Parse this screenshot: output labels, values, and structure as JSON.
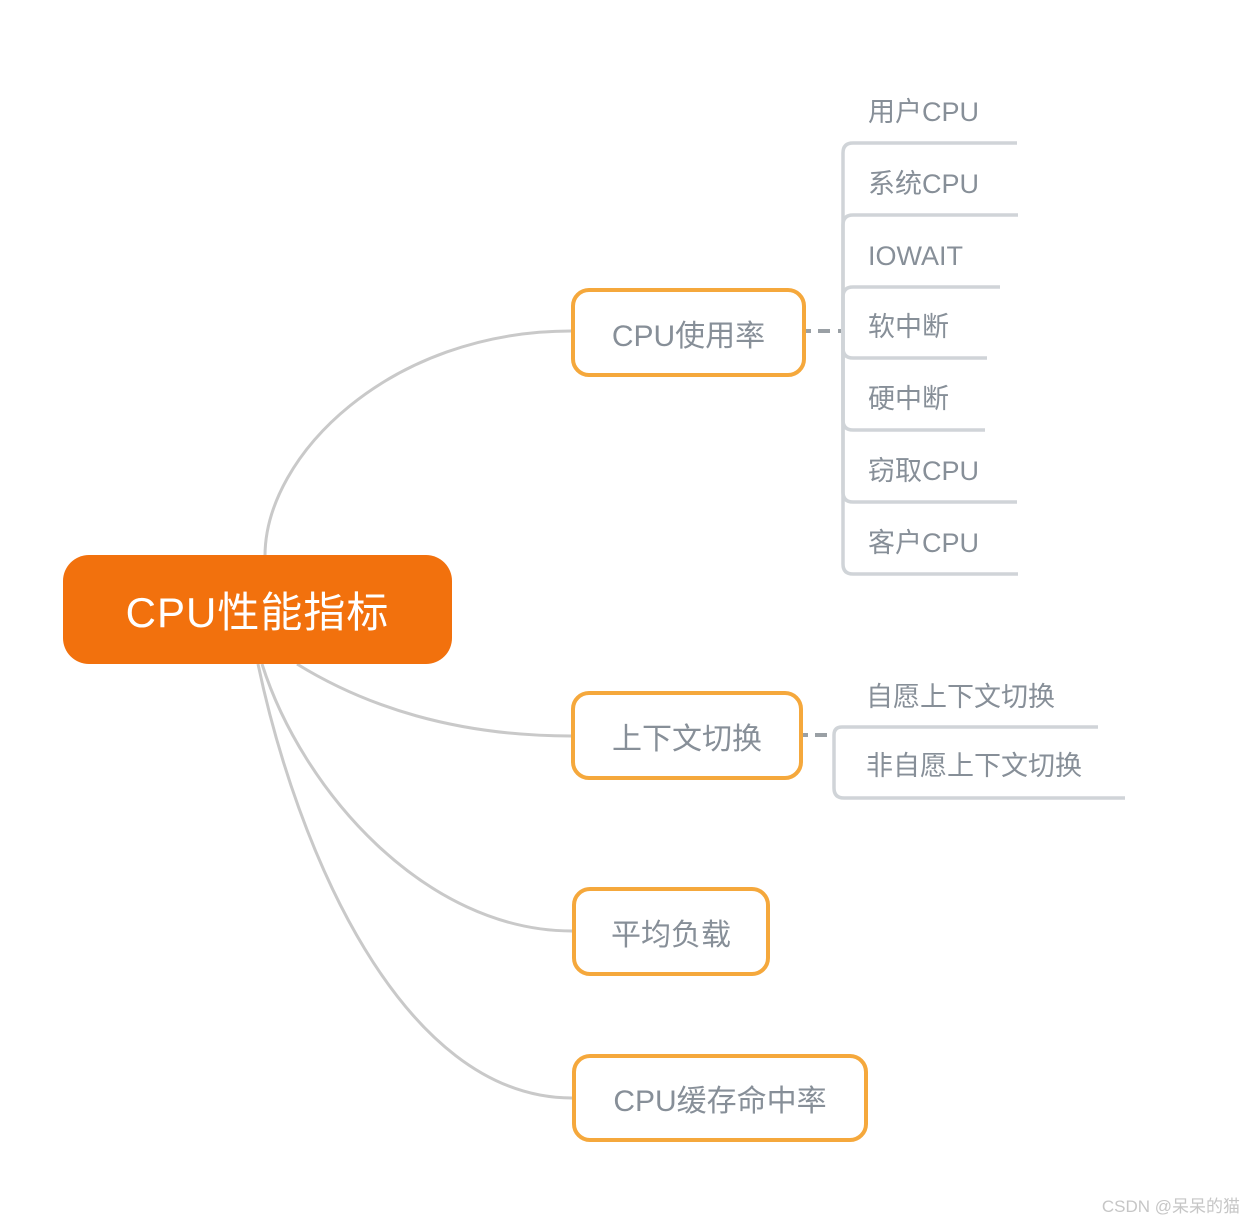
{
  "root": {
    "label": "CPU性能指标"
  },
  "branches": [
    {
      "label": "CPU使用率",
      "children": [
        "用户CPU",
        "系统CPU",
        "IOWAIT",
        "软中断",
        "硬中断",
        "窃取CPU",
        "客户CPU"
      ]
    },
    {
      "label": "上下文切换",
      "children": [
        "自愿上下文切换",
        "非自愿上下文切换"
      ]
    },
    {
      "label": "平均负载",
      "children": []
    },
    {
      "label": "CPU缓存命中率",
      "children": []
    }
  ],
  "watermark": "CSDN @呆呆的猫",
  "colors": {
    "root_fill": "#f2710d",
    "branch_border": "#f5a83c",
    "topic_text": "#878f98",
    "branch_curve": "#c9c9c9",
    "leaf_line": "#d0d4d8",
    "dash_connector": "#9aa0a5",
    "watermark_text": "#c6c6c6"
  }
}
